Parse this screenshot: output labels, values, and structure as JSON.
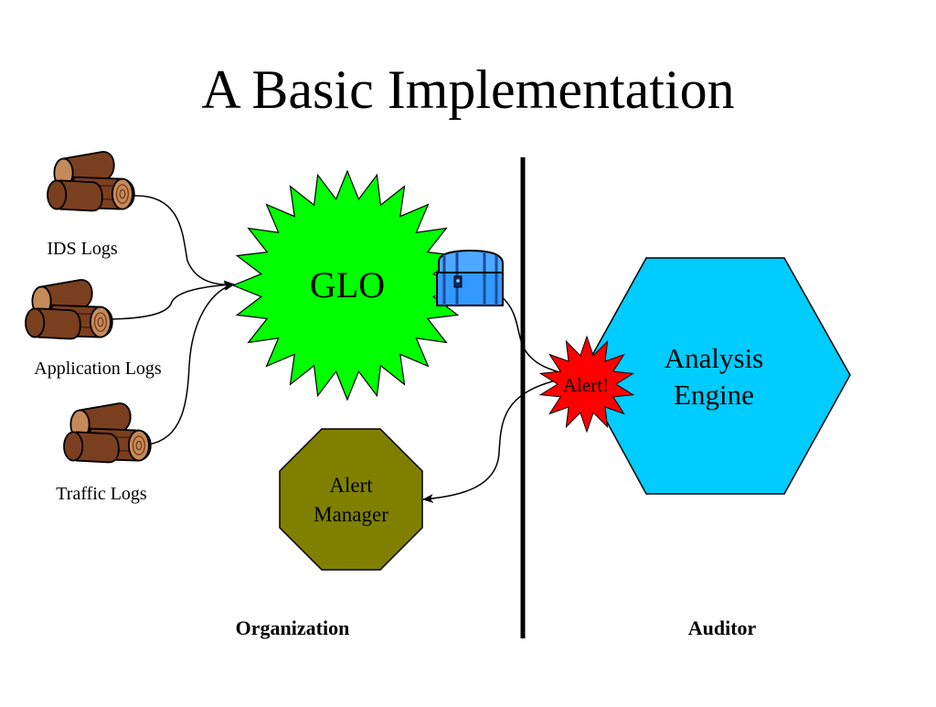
{
  "title": "A Basic Implementation",
  "sources": [
    {
      "label": "IDS Logs",
      "icon": "logs-icon"
    },
    {
      "label": "Application Logs",
      "icon": "logs-icon"
    },
    {
      "label": "Traffic Logs",
      "icon": "logs-icon"
    }
  ],
  "glo": {
    "label": "GLO",
    "color": "#00ff00"
  },
  "chest": {
    "icon": "treasure-chest-icon",
    "color": "#3399ff"
  },
  "alert": {
    "label": "Alert!",
    "color": "#ff0000"
  },
  "alert_manager": {
    "line1": "Alert",
    "line2": "Manager",
    "color": "#808000"
  },
  "analysis_engine": {
    "line1": "Analysis",
    "line2": "Engine",
    "color": "#00ccff"
  },
  "sections": {
    "left": "Organization",
    "right": "Auditor"
  }
}
